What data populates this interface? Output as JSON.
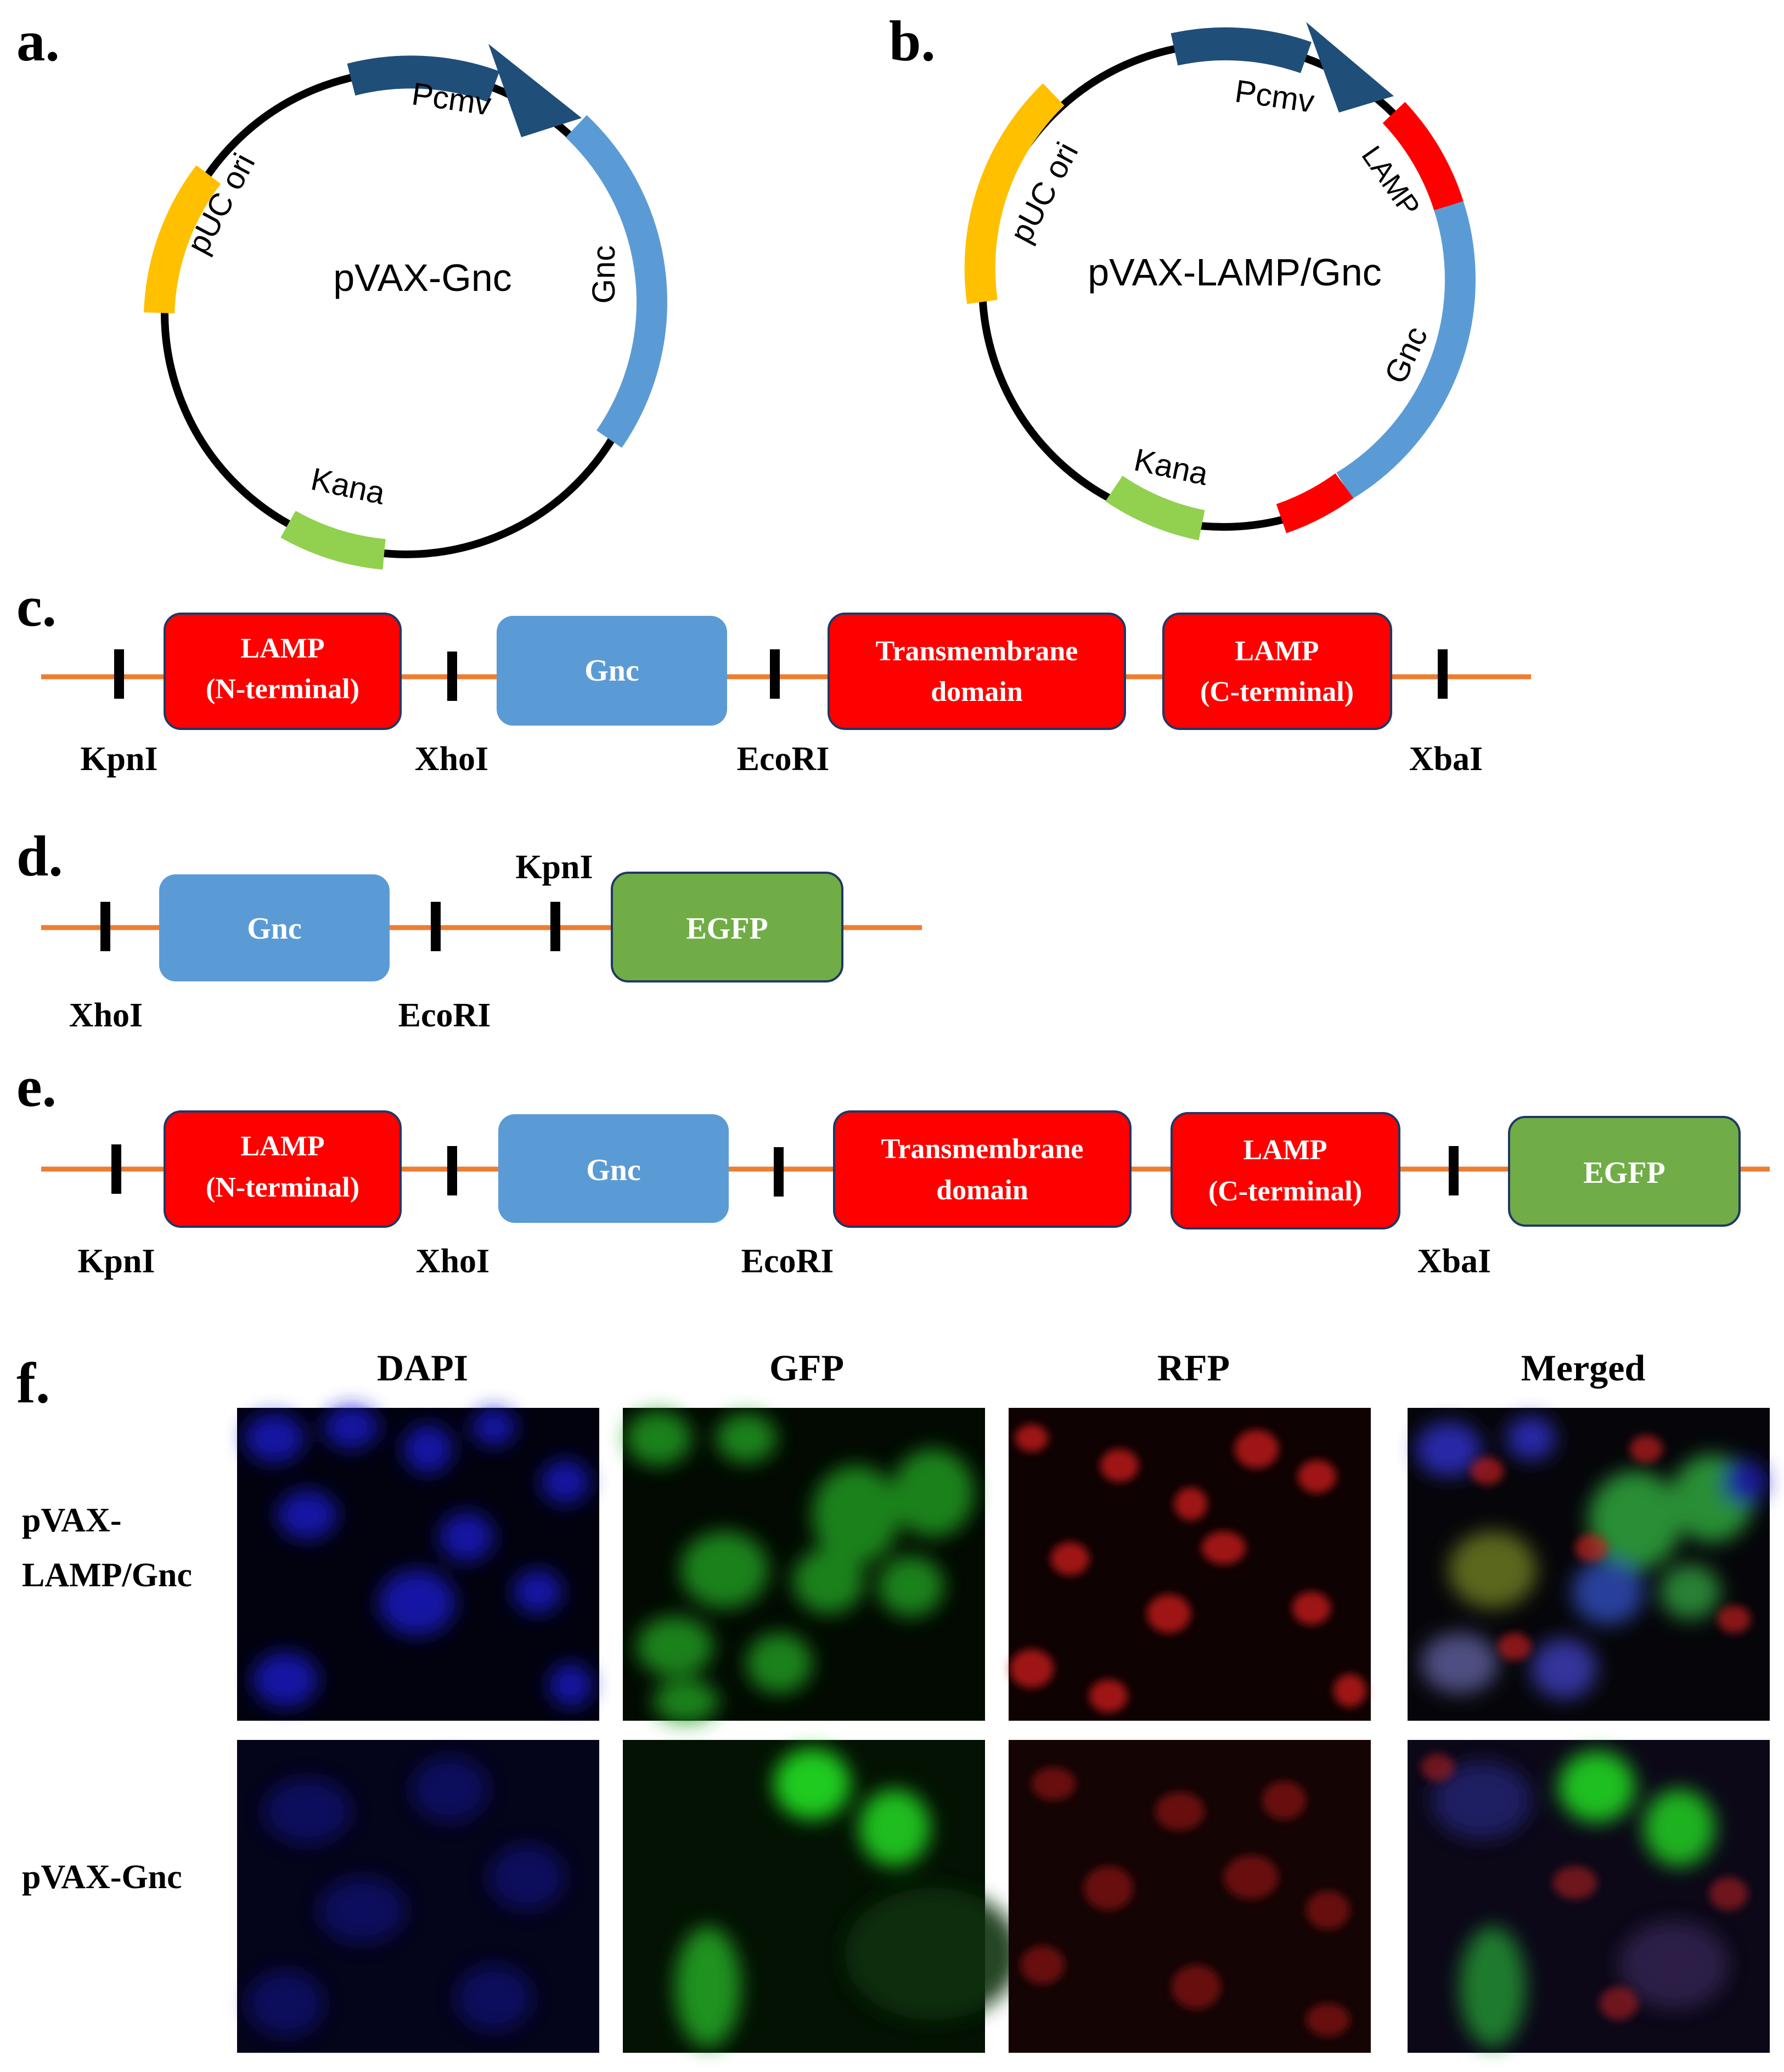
{
  "panels": {
    "a": {
      "letter": "a.",
      "plasmid_name": "pVAX-Gnc",
      "labels": {
        "promoter": "Pcmv",
        "origin": "pUC ori",
        "gene": "Gnc",
        "resistance": "Kana"
      }
    },
    "b": {
      "letter": "b.",
      "plasmid_name": "pVAX-LAMP/Gnc",
      "labels": {
        "promoter": "Pcmv",
        "origin": "pUC ori",
        "lamp": "LAMP",
        "gene": "Gnc",
        "resistance": "Kana"
      }
    },
    "c": {
      "letter": "c.",
      "boxes": [
        {
          "line1": "LAMP",
          "line2": "(N-terminal)"
        },
        {
          "line1": "Gnc",
          "line2": ""
        },
        {
          "line1": "Transmembrane",
          "line2": "domain"
        },
        {
          "line1": "LAMP",
          "line2": "(C-terminal)"
        }
      ],
      "sites": [
        "KpnI",
        "XhoI",
        "EcoRI",
        "XbaI"
      ]
    },
    "d": {
      "letter": "d.",
      "boxes": [
        {
          "line1": "Gnc",
          "line2": ""
        },
        {
          "line1": "EGFP",
          "line2": ""
        }
      ],
      "sites": [
        "XhoI",
        "EcoRI",
        "KpnI"
      ]
    },
    "e": {
      "letter": "e.",
      "boxes": [
        {
          "line1": "LAMP",
          "line2": "(N-terminal)"
        },
        {
          "line1": "Gnc",
          "line2": ""
        },
        {
          "line1": "Transmembrane",
          "line2": "domain"
        },
        {
          "line1": "LAMP",
          "line2": "(C-terminal)"
        },
        {
          "line1": "EGFP",
          "line2": ""
        }
      ],
      "sites": [
        "KpnI",
        "XhoI",
        "EcoRI",
        "XbaI"
      ]
    },
    "f": {
      "letter": "f.",
      "columns": [
        "DAPI",
        "GFP",
        "RFP",
        "Merged"
      ],
      "rows": [
        {
          "line1": "pVAX-",
          "line2": "LAMP/Gnc"
        },
        {
          "line1": "pVAX-Gnc",
          "line2": ""
        }
      ]
    }
  },
  "colors": {
    "lamp_red": "#ff0000",
    "gnc_blue": "#5b9bd5",
    "egfp_green": "#70ad47",
    "backbone_orange": "#ed7d31",
    "promoter_navy": "#1f4e79",
    "origin_yellow": "#ffc000",
    "kana_green": "#92d050"
  }
}
